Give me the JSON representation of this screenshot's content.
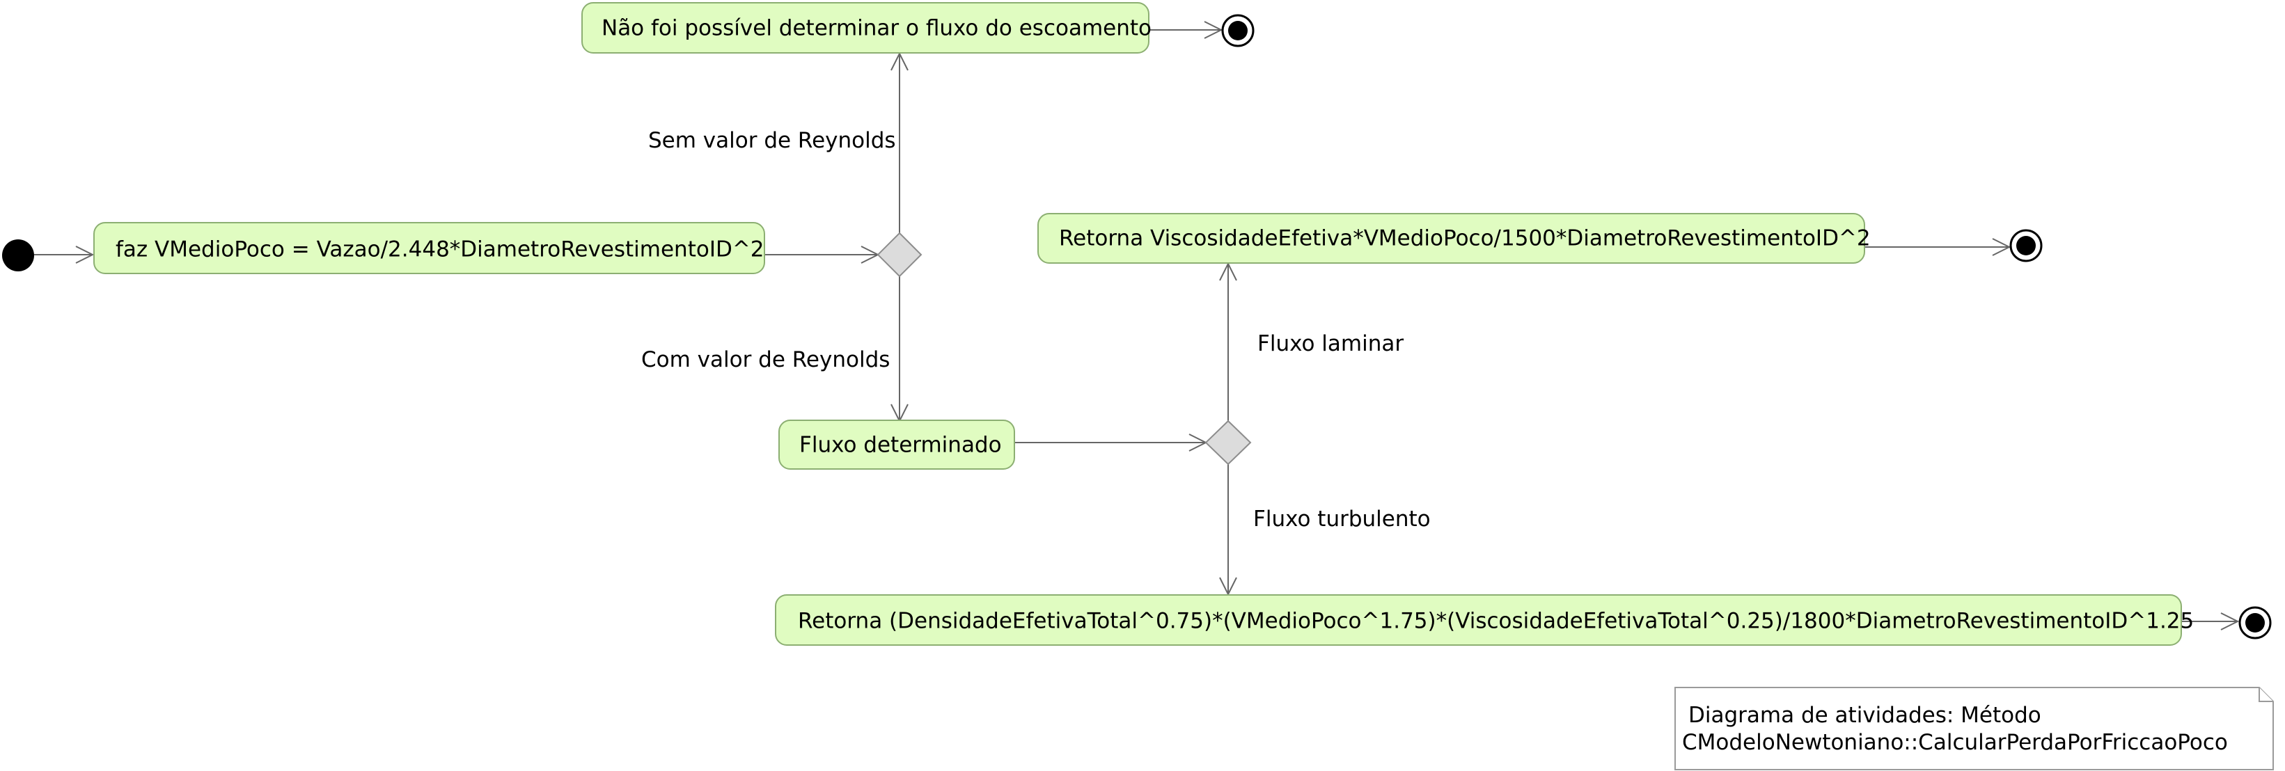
{
  "actions": {
    "a1": "faz VMedioPoco = Vazao/2.448*DiametroRevestimentoID^2",
    "a2": "Não foi possível determinar o fluxo do escoamento",
    "a3": "Fluxo determinado",
    "a4": "Retorna ViscosidadeEfetiva*VMedioPoco/1500*DiametroRevestimentoID^2",
    "a5": "Retorna (DensidadeEfetivaTotal^0.75)*(VMedioPoco^1.75)*(ViscosidadeEfetivaTotal^0.25)/1800*DiametroRevestimentoID^1.25"
  },
  "guards": {
    "sem_reynolds": "Sem valor de Reynolds",
    "com_reynolds": "Com valor de Reynolds",
    "fluxo_laminar": "Fluxo laminar",
    "fluxo_turbulento": "Fluxo turbulento"
  },
  "note": {
    "line1": "Diagrama de atividades: Método",
    "line2": "CModeloNewtoniano::CalcularPerdaPorFriccaoPoco"
  }
}
